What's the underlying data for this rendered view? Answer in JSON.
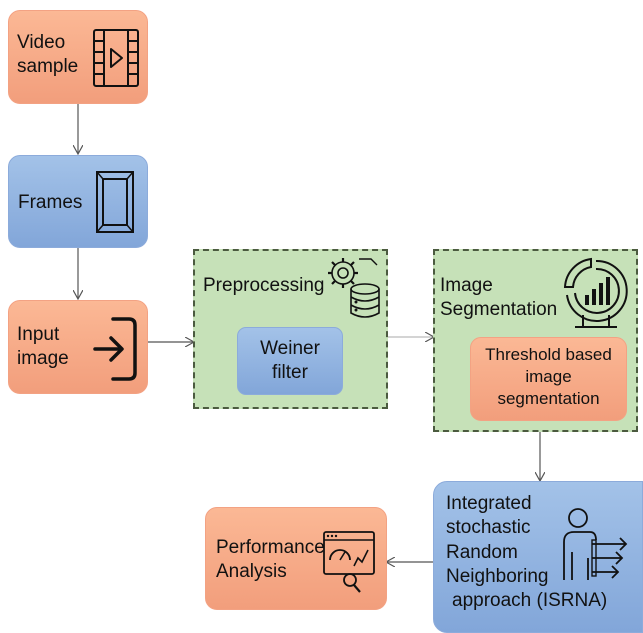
{
  "nodes": {
    "video_sample": {
      "line1": "Video",
      "line2": "sample"
    },
    "frames": {
      "label": "Frames"
    },
    "input_image": {
      "line1": "Input",
      "line2": "image"
    },
    "preprocessing": {
      "title": "Preprocessing"
    },
    "weiner_filter": {
      "line1": "Weiner",
      "line2": "filter"
    },
    "image_segmentation": {
      "line1": "Image",
      "line2": "Segmentation"
    },
    "threshold": {
      "line1": "Threshold based",
      "line2": "image",
      "line3": "segmentation"
    },
    "isrna": {
      "line1": "Integrated",
      "line2": "stochastic",
      "line3": "Random",
      "line4": "Neighboring",
      "line5": "approach (ISRNA)"
    },
    "performance": {
      "line1": "Performance",
      "line2": "Analysis"
    }
  },
  "colors": {
    "orange": "#f4a582",
    "blue": "#8fb1e0",
    "group_green": "#c6e1b8",
    "arrow": "#555555"
  },
  "icons": {
    "video_sample": "video-file-icon",
    "frames": "picture-frame-icon",
    "input_image": "sign-in-icon",
    "preprocessing": "gear-database-icon",
    "image_segmentation": "analytics-chart-icon",
    "isrna": "person-arrows-icon",
    "performance": "dashboard-search-icon"
  }
}
